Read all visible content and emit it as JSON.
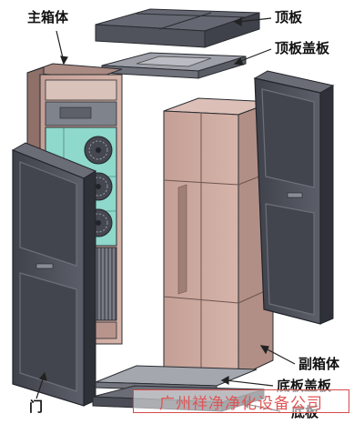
{
  "labels": {
    "main_box": "主箱体",
    "top_panel": "顶板",
    "top_panel_cover": "顶板盖板",
    "sub_box": "副箱体",
    "bottom_panel_cover": "底板盖板",
    "bottom_panel": "底板",
    "door": "门"
  },
  "watermark": "广州祥净净化设备公司",
  "colors": {
    "panel_dark": "#4b4e57",
    "panel_light": "#5a5d66",
    "box_pink": "#cdaaa0",
    "box_pink_dark": "#b8958c",
    "control_teal": "#8ed8cc",
    "steel": "#8c9099",
    "watermark_red": "#e05555"
  }
}
